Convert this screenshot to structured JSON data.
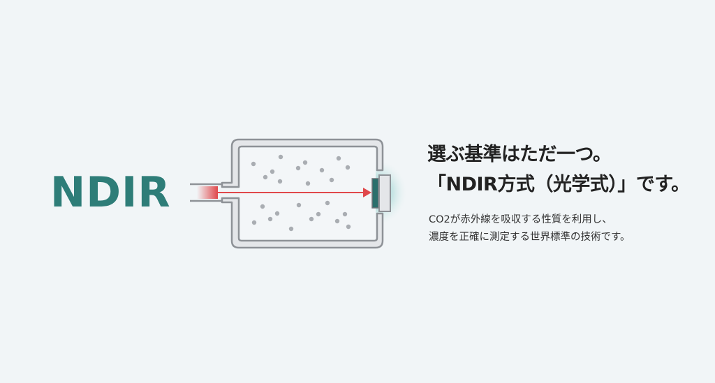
{
  "logo": {
    "text": "NDIR"
  },
  "headline": {
    "line1": "選ぶ基準はただ一つ。",
    "line2": "「NDIR方式（光学式）」です。"
  },
  "description": {
    "line1": "CO2が赤外線を吸収する性質を利用し、",
    "line2": "濃度を正確に測定する世界標準の技術です。"
  },
  "diagram": {
    "label": "ndir-sensor-chamber",
    "components": [
      "infrared-source",
      "gas-chamber",
      "co2-molecules",
      "infrared-beam",
      "detector"
    ]
  },
  "colors": {
    "background": "#f1f5f7",
    "brand_teal": "#2e7d78",
    "detector_teal": "#2b6f6c",
    "beam_red": "#e0484b",
    "chamber_gray": "#8e9297",
    "chamber_fill": "#e4e6e9",
    "molecule_gray": "#a9adb2",
    "headline_text": "#222222",
    "body_text": "#333333"
  }
}
